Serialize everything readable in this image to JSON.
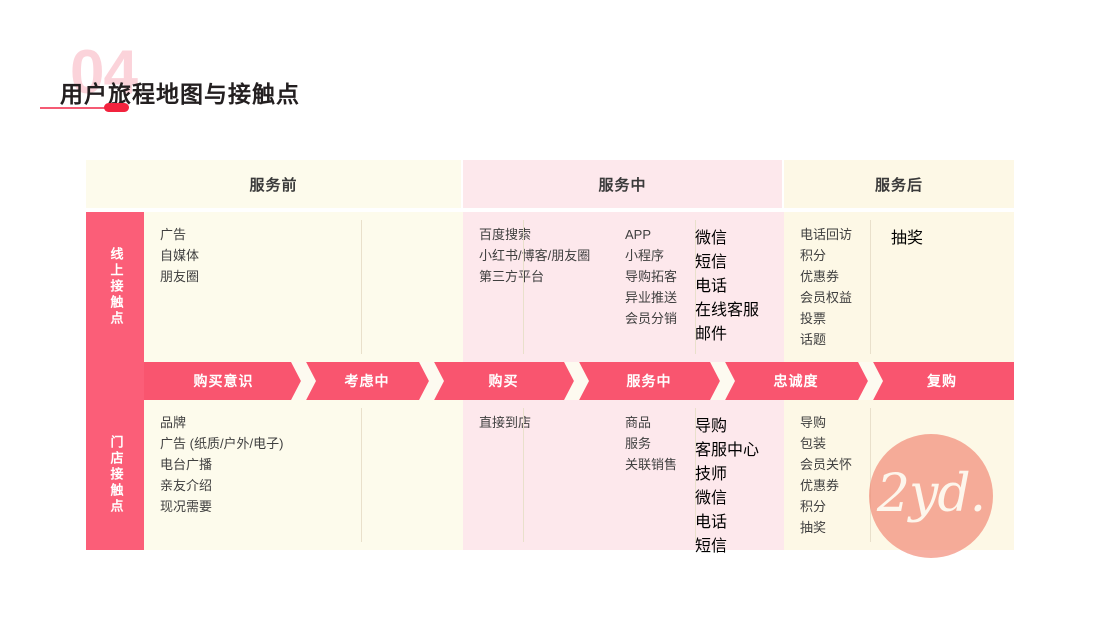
{
  "title": {
    "watermark_number": "04",
    "heading": "用户旅程地图与接触点"
  },
  "diagram": {
    "phases": [
      {
        "label": "服务前",
        "accent": "#fdfbec"
      },
      {
        "label": "服务中",
        "accent": "#fde8ec"
      },
      {
        "label": "服务后",
        "accent": "#fdf8e6"
      }
    ],
    "row_labels": {
      "online": "线上接触点",
      "store": "门店接触点"
    },
    "stages": [
      {
        "label": "购买意识"
      },
      {
        "label": "考虑中"
      },
      {
        "label": "购买"
      },
      {
        "label": "服务中"
      },
      {
        "label": "忠诚度"
      },
      {
        "label": "复购"
      }
    ],
    "online_touchpoints": [
      {
        "items": [
          "广告",
          "自媒体",
          "朋友圈"
        ]
      },
      {
        "items": []
      },
      {
        "items": [
          "百度搜索",
          "小红书/博客/朋友圈",
          "第三方平台"
        ]
      },
      {
        "items": [
          "APP",
          "小程序",
          "导购拓客",
          "异业推送",
          "会员分销"
        ]
      },
      {
        "items": [
          "微信",
          "短信",
          "电话",
          "在线客服",
          "邮件"
        ]
      },
      {
        "items": [
          "电话回访",
          "积分",
          "优惠券",
          "会员权益",
          "投票",
          "话题"
        ],
        "extra": [
          "抽奖"
        ]
      }
    ],
    "store_touchpoints": [
      {
        "items": [
          "品牌",
          "广告 (纸质/户外/电子)",
          "电台广播",
          "亲友介绍",
          "现况需要"
        ]
      },
      {
        "items": []
      },
      {
        "items": [
          "直接到店"
        ]
      },
      {
        "items": [
          "商品",
          "服务",
          "关联销售"
        ]
      },
      {
        "items": [
          "导购",
          "客服中心",
          "技师",
          "微信",
          "电话",
          "短信"
        ]
      },
      {
        "items": [
          "导购",
          "包装",
          "会员关怀",
          "优惠券",
          "积分",
          "抽奖"
        ]
      }
    ]
  },
  "watermark_logo": {
    "text": "2yd.",
    "color": "#f07c68"
  },
  "colors": {
    "accent_pink": "#fb5e78",
    "stage_band": "#f9556f",
    "cream": "#fdfbec",
    "light_pink": "#fde8ec",
    "pale_cream": "#fdf8e6"
  }
}
